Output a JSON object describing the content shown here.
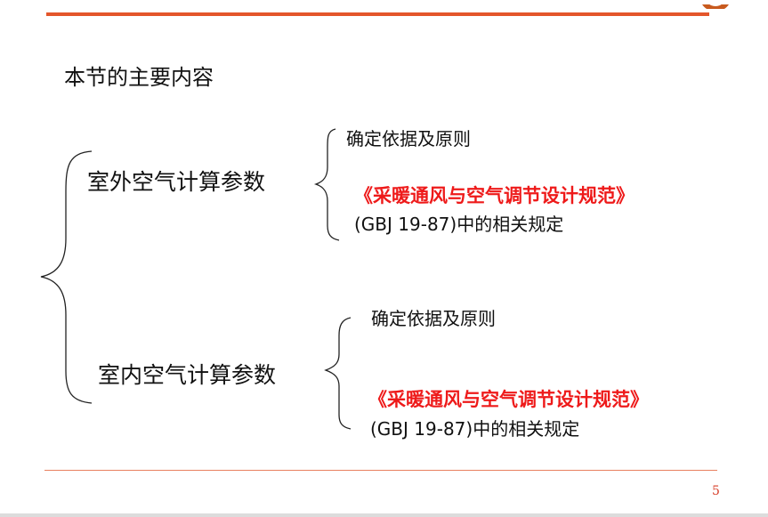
{
  "slide": {
    "heading": "本节的主要内容",
    "page_number": "5",
    "sections": [
      {
        "label": "室外空气计算参数",
        "basis": "确定依据及原则",
        "spec_title": "《采暖通风与空气调节设计规范》",
        "spec_code": "(GBJ 19-87)中的相关规定"
      },
      {
        "label": "室内空气计算参数",
        "basis": "确定依据及原则",
        "spec_title": "《采暖通风与空气调节设计规范》",
        "spec_code": "(GBJ 19-87)中的相关规定"
      }
    ]
  },
  "colors": {
    "accent_rule": "#e4562b",
    "spec_red": "#ee1a1a",
    "page_number": "#d8402b"
  }
}
